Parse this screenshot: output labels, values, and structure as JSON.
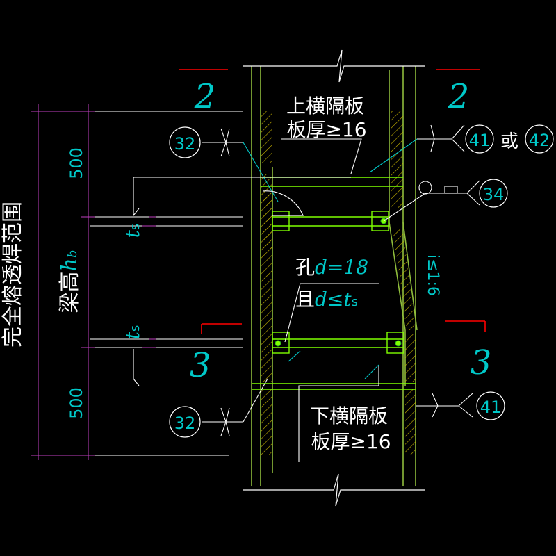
{
  "colors": {
    "background": "#000000",
    "column": "#8fbc3c",
    "plate": "#7fff00",
    "white": "#ffffff",
    "cyan": "#00c8c8",
    "red": "#ff0000",
    "magenta": "#c040c0",
    "hatch": "#c8b400"
  },
  "labels": {
    "weld_range": "完全熔透焊范围",
    "beam_height_prefix": "梁高",
    "beam_height_symbol": "h",
    "beam_height_sub": "b",
    "dim_top": "500",
    "dim_bottom": "500",
    "ts_symbol": "t",
    "ts_sub": "s",
    "section_2": "2",
    "section_3": "3",
    "upper_plate_line1": "上横隔板",
    "upper_plate_line2": "板厚≥16",
    "lower_plate_line1": "下横隔板",
    "lower_plate_line2": "板厚≥16",
    "hole_prefix": "孔",
    "hole_rule": "d=18",
    "hole_and": "且",
    "hole_limit": "d≤t",
    "hole_limit_sub": "s",
    "slope": "i≤1:6",
    "or_text": "或"
  },
  "weld_symbols": {
    "upper_left": "32",
    "lower_left": "32",
    "upper_right_a": "41",
    "upper_right_b": "42",
    "right_mid": "34",
    "lower_right": "41"
  }
}
